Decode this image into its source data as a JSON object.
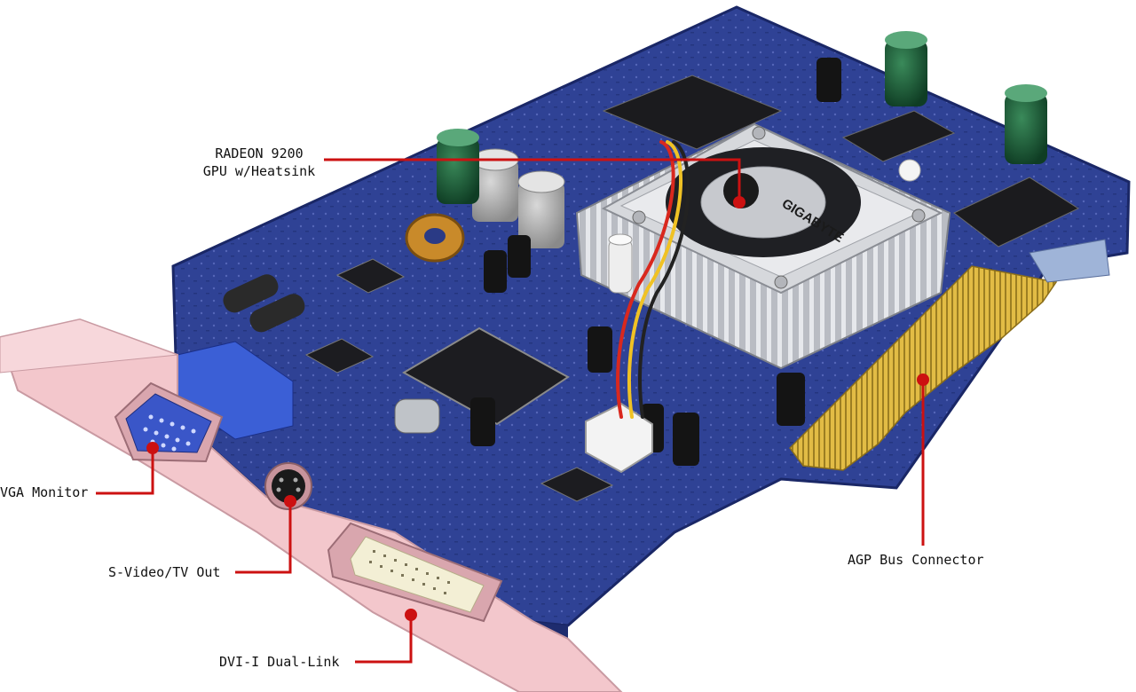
{
  "labels": {
    "gpu_line1": "RADEON 9200",
    "gpu_line2": "GPU w/Heatsink",
    "vga": "VGA Monitor",
    "svideo": "S-Video/TV Out",
    "dvi": "DVI-I Dual-Link",
    "agp": "AGP Bus Connector"
  },
  "board": {
    "brand_text": "GIGABYTE"
  },
  "colors": {
    "pcb": "#2d3f8f",
    "pcb_dark": "#1e2c6e",
    "bracket": "#f2c2c8",
    "heatsink": "#c9cbd0",
    "gold": "#d9b23c",
    "callout": "#cc1111"
  }
}
